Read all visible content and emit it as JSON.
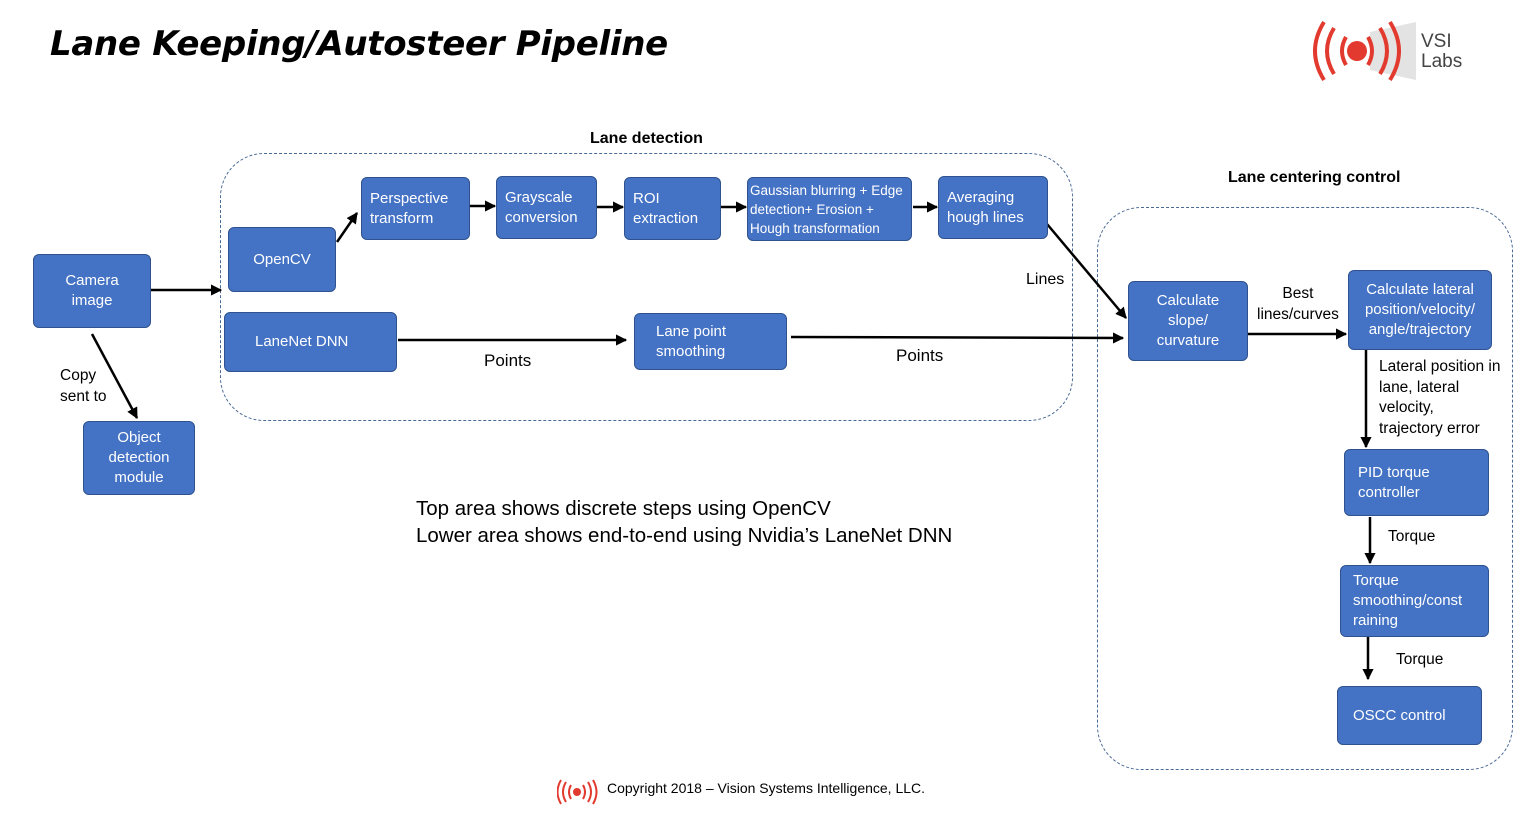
{
  "title": "Lane Keeping/Autosteer Pipeline",
  "logo": {
    "line1": "VSI",
    "line2": "Labs",
    "color": "#e23a2e"
  },
  "groups": {
    "lane_detection": "Lane detection",
    "lane_centering": "Lane centering control"
  },
  "nodes": {
    "camera": {
      "line1": "Camera",
      "line2": "image"
    },
    "object_detection": {
      "line1": "Object",
      "line2": "detection",
      "line3": "module"
    },
    "opencv": "OpenCV",
    "perspective": {
      "line1": "Perspective",
      "line2": "transform"
    },
    "grayscale": {
      "line1": "Grayscale",
      "line2": "conversion"
    },
    "roi": {
      "line1": "ROI",
      "line2": "extraction"
    },
    "gaussian": {
      "line1": "Gaussian blurring + Edge",
      "line2": "detection+ Erosion +",
      "line3": "Hough transformation"
    },
    "averaging": {
      "line1": "Averaging",
      "line2": "hough lines"
    },
    "lanenet": "LaneNet DNN",
    "lane_point": {
      "line1": "Lane point",
      "line2": "smoothing"
    },
    "slope": {
      "line1": "Calculate",
      "line2": "slope/",
      "line3": "curvature"
    },
    "lateral": {
      "line1": "Calculate lateral",
      "line2": "position/velocity/",
      "line3": "angle/trajectory"
    },
    "pid": {
      "line1": "PID torque",
      "line2": "controller"
    },
    "torque_smoothing": {
      "line1": "Torque",
      "line2": "smoothing/const",
      "line3": "raining"
    },
    "oscc": "OSCC control"
  },
  "edge_labels": {
    "copy": {
      "line1": "Copy",
      "line2": "sent to"
    },
    "points1": "Points",
    "points2": "Points",
    "lines": "Lines",
    "best": {
      "line1": "Best",
      "line2": "lines/curves"
    },
    "lateral_out": {
      "line1": "Lateral position in",
      "line2": "lane, lateral",
      "line3": "velocity,",
      "line4": "trajectory error"
    },
    "torque1": "Torque",
    "torque2": "Torque"
  },
  "note": {
    "line1": "Top area shows discrete steps using OpenCV",
    "line2": "Lower area shows end-to-end using Nvidia’s LaneNet DNN"
  },
  "copyright": "Copyright 2018 – Vision Systems Intelligence, LLC."
}
